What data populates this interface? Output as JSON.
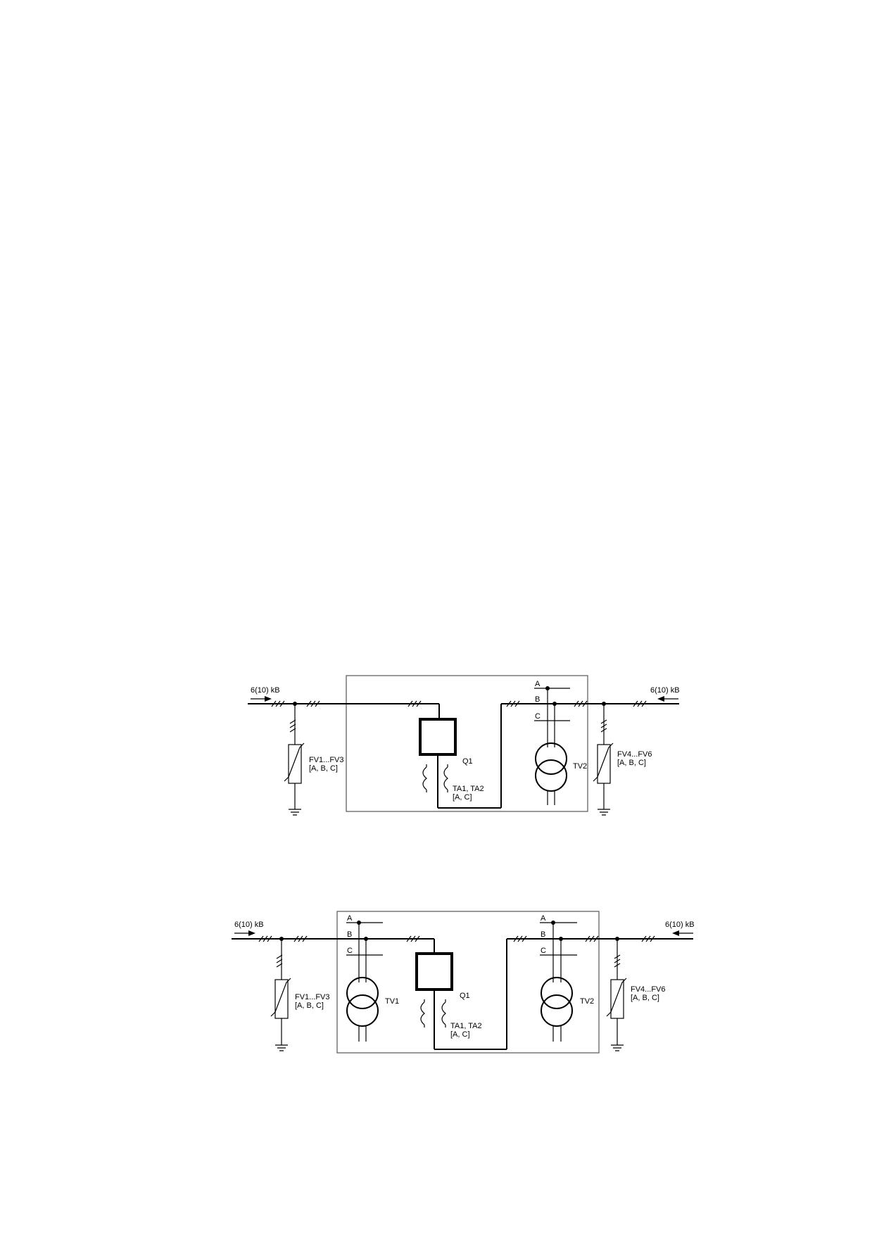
{
  "diagram_1": {
    "feed_left": "6(10) kB",
    "feed_right": "6(10) kB",
    "arrester_left": {
      "line1": "FV1...FV3",
      "line2": "[A, B, C]"
    },
    "arrester_right": {
      "line1": "FV4...FV6",
      "line2": "[A, B, C]"
    },
    "breaker": "Q1",
    "current_transformers": {
      "line1": "TA1, TA2",
      "line2": "[A, C]"
    },
    "voltage_transformer_right": "TV2",
    "phases_right": [
      "A",
      "B",
      "C"
    ]
  },
  "diagram_2": {
    "feed_left": "6(10) kB",
    "feed_right": "6(10) kB",
    "arrester_left": {
      "line1": "FV1...FV3",
      "line2": "[A, B, C]"
    },
    "arrester_right": {
      "line1": "FV4...FV6",
      "line2": "[A, B, C]"
    },
    "breaker": "Q1",
    "current_transformers": {
      "line1": "TA1, TA2",
      "line2": "[A, C]"
    },
    "voltage_transformer_left": "TV1",
    "voltage_transformer_right": "TV2",
    "phases_left": [
      "A",
      "B",
      "C"
    ],
    "phases_right": [
      "A",
      "B",
      "C"
    ]
  }
}
